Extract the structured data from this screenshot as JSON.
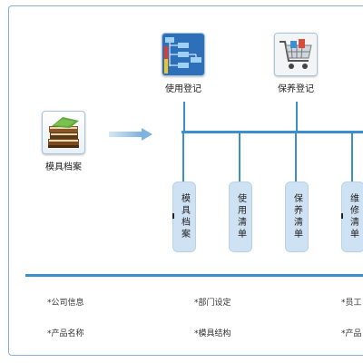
{
  "nodes": {
    "mold_archive": {
      "label": "模具档案",
      "icon": "books-icon"
    },
    "usage_register": {
      "label": "使用登记",
      "icon": "diagram-icon"
    },
    "maintenance_register": {
      "label": "保养登记",
      "icon": "shopping-cart-icon"
    }
  },
  "pills": [
    {
      "label": "模具档案"
    },
    {
      "label": "使用清单"
    },
    {
      "label": "保养清单"
    },
    {
      "label": "维修清单"
    }
  ],
  "bottom_links": {
    "row1": [
      "*公司信息",
      "*部门设定",
      "*员工"
    ],
    "row2": [
      "*产品名称",
      "*模具结构",
      "*产品"
    ]
  },
  "colors": {
    "accent": "#3c8fcd",
    "pill_bg": "#cfe2f3",
    "frame": "#8eb0cf"
  }
}
